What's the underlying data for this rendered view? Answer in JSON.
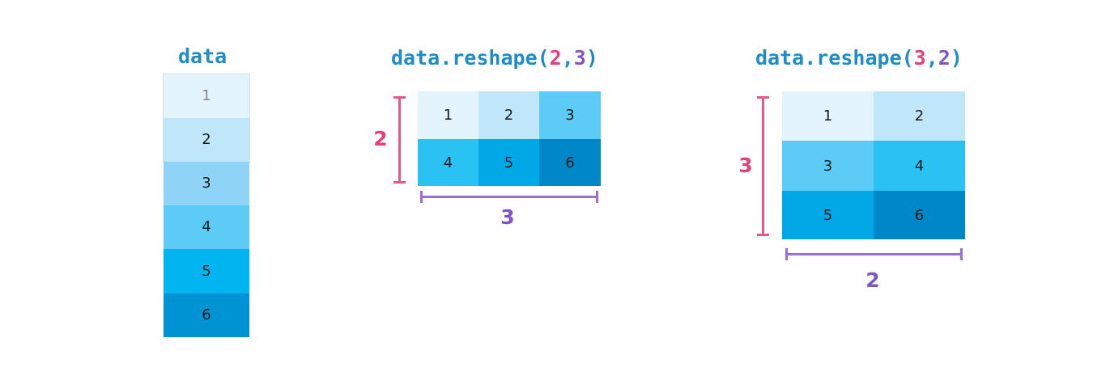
{
  "panel_1": {
    "title": "data",
    "values": [
      "1",
      "2",
      "3",
      "4",
      "5",
      "6"
    ]
  },
  "panel_2": {
    "title_prefix": "data.reshape(",
    "title_arg_a": "2",
    "title_sep": ",",
    "title_arg_b": "3",
    "title_suffix": ")",
    "rows": [
      [
        "1",
        "2",
        "3"
      ],
      [
        "4",
        "5",
        "6"
      ]
    ],
    "rows_label": "2",
    "cols_label": "3"
  },
  "panel_3": {
    "title_prefix": "data.reshape(",
    "title_arg_a": "3",
    "title_sep": ",",
    "title_arg_b": "2",
    "title_suffix": ")",
    "rows": [
      [
        "1",
        "2"
      ],
      [
        "3",
        "4"
      ],
      [
        "5",
        "6"
      ]
    ],
    "rows_label": "3",
    "cols_label": "2"
  },
  "colors": {
    "title": "#1f8dc3",
    "rows_accent": "#e83e7e",
    "cols_accent": "#7d55c7",
    "shade_1": "#e3f4fd",
    "shade_2": "#c0e6fa",
    "shade_3": "#8fd4f6",
    "shade_4": "#5ccbf5",
    "shade_5": "#00b5f0",
    "shade_6": "#0093d3"
  }
}
